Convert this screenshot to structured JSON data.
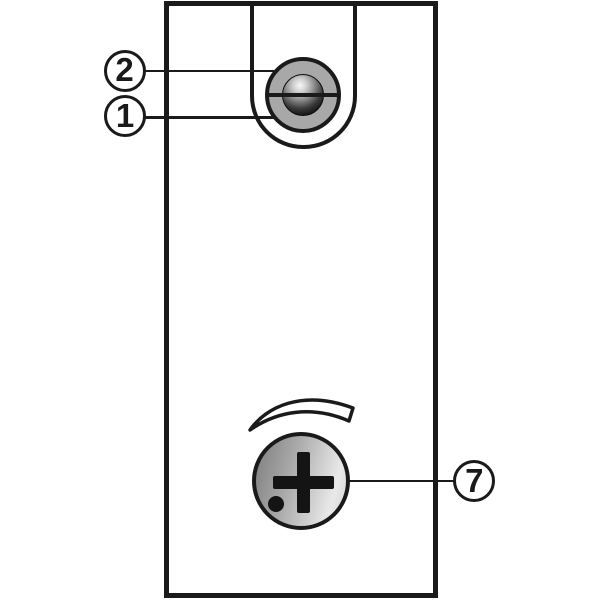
{
  "figure": {
    "description": "Device front view with lens and adjustment screw",
    "callouts": [
      {
        "label": "2"
      },
      {
        "label": "1"
      },
      {
        "label": "7"
      }
    ],
    "colors": {
      "line": "#1a1a1a",
      "background": "#ffffff",
      "lens_ring_fill": "#a8a8a8",
      "dial_gradient_dark": "#828282",
      "dial_gradient_light": "#e9e9e9",
      "screw_marking": "#141414"
    }
  }
}
